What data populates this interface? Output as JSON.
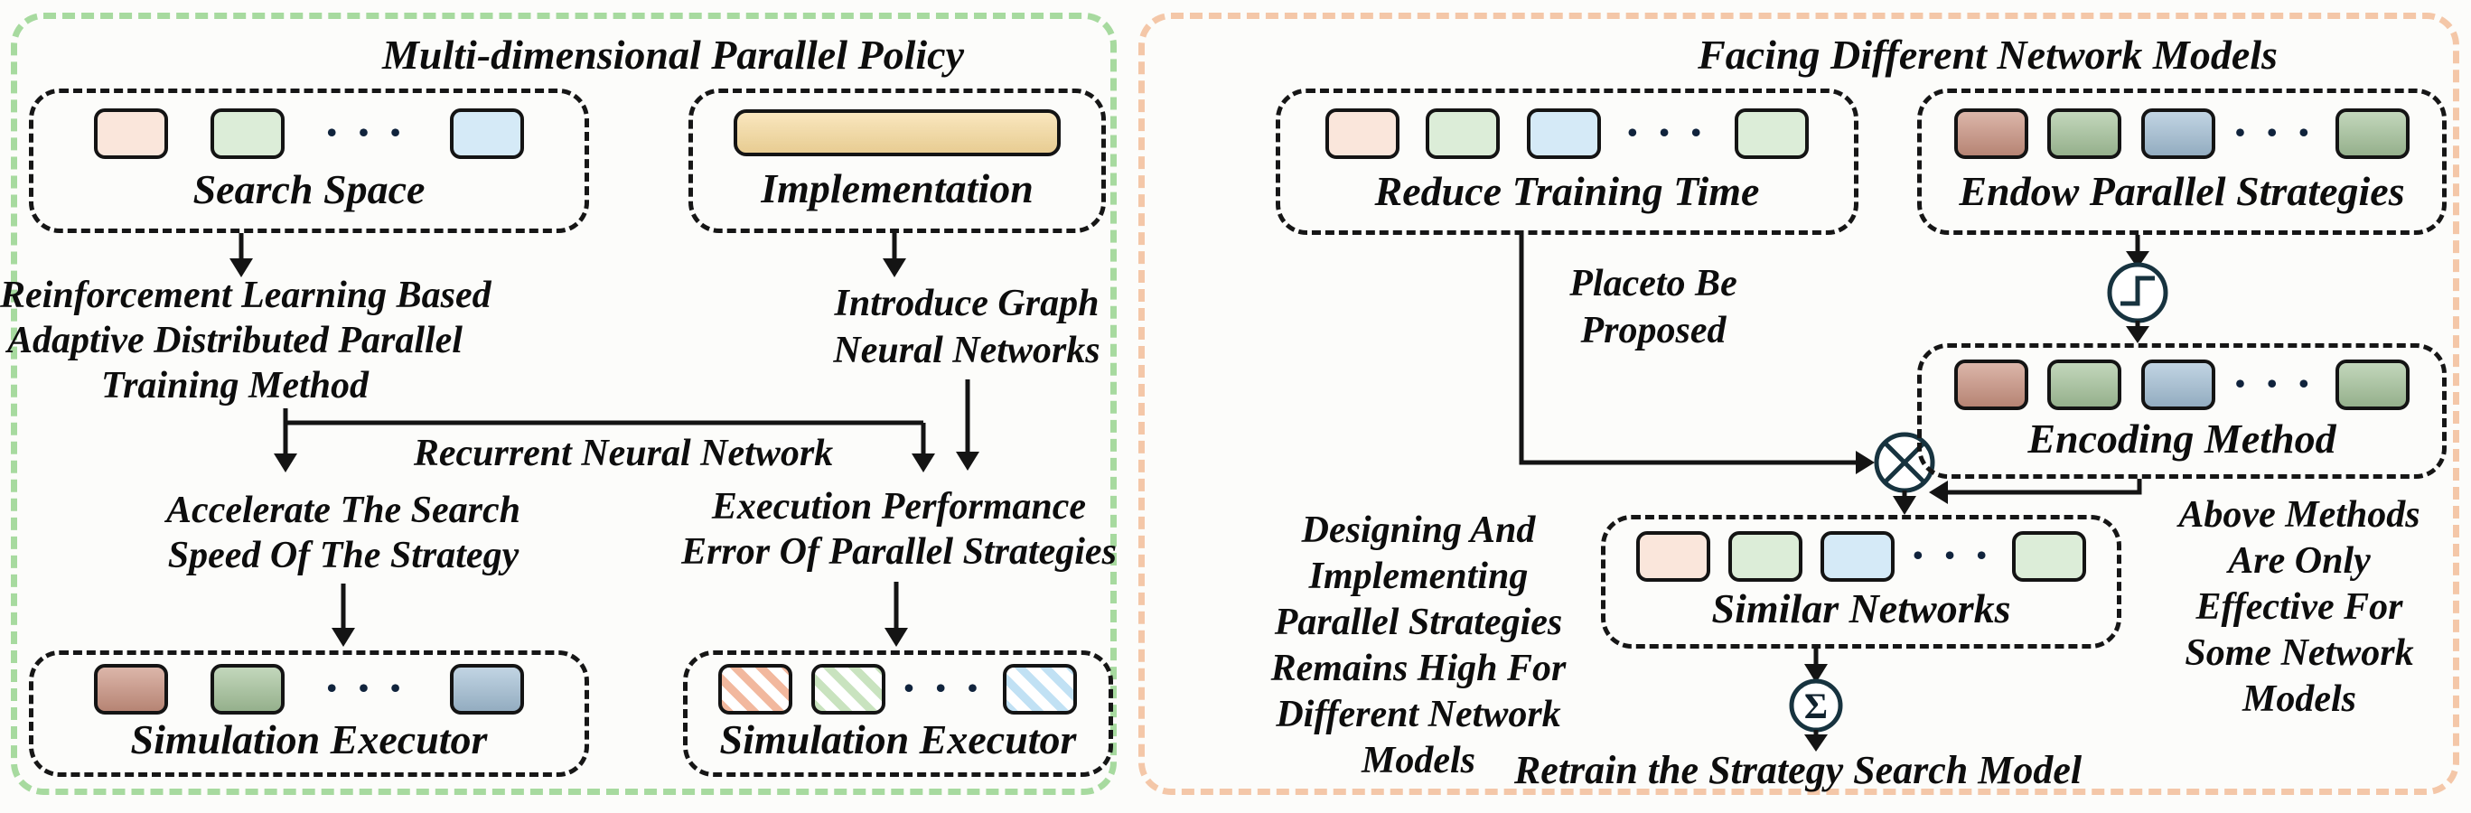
{
  "palette": {
    "panel_green_border": "#a7da9f",
    "panel_orange_border": "#f4c7a8",
    "chip_peach": "#fae6db",
    "chip_green_light": "#dcedd8",
    "chip_blue_light": "#d5eaf7",
    "chip_salmon_dark": "#cb9381",
    "chip_green_dark": "#a6c49c",
    "chip_blue_dark": "#a4c0d6",
    "bar_orange": "#f6d99b",
    "hatch_peach": "#f2b89e",
    "hatch_green": "#c9e3bf",
    "hatch_blue": "#c1e1f4",
    "stroke_dark": "#17333f"
  },
  "left_panel": {
    "title": "Multi-dimensional Parallel Policy",
    "search_space": {
      "label": "Search Space",
      "dots": "• • •"
    },
    "implementation": {
      "label": "Implementation"
    },
    "rl_lines": [
      "Reinforcement Learning Based",
      "Adaptive Distributed Parallel",
      "Training Method"
    ],
    "rnn_label": "Recurrent Neural Network",
    "accelerate_lines": [
      "Accelerate The Search",
      "Speed Of The Strategy"
    ],
    "introduce_lines": [
      "Introduce Graph",
      "Neural Networks"
    ],
    "execution_lines": [
      "Execution Performance",
      "Error Of Parallel Strategies"
    ],
    "simulation_executor_1": {
      "label": "Simulation Executor",
      "dots": "• • •"
    },
    "simulation_executor_2": {
      "label": "Simulation Executor",
      "dots": "• • •"
    }
  },
  "right_panel": {
    "title": "Facing Different Network Models",
    "reduce_training_time": {
      "label": "Reduce Training Time",
      "dots": "• • •"
    },
    "endow_parallel_strategies": {
      "label": "Endow Parallel Strategies",
      "dots": "• • •"
    },
    "placeto_lines": [
      "Placeto Be",
      "Proposed"
    ],
    "encoding_method": {
      "label": "Encoding Method",
      "dots": "• • •"
    },
    "designing_lines": [
      "Designing And",
      "Implementing",
      "Parallel Strategies",
      "Remains High For",
      "Different Network",
      "Models"
    ],
    "above_lines": [
      "Above Methods",
      "Are Only",
      "Effective For",
      "Some Network",
      "Models"
    ],
    "similar_networks": {
      "label": "Similar Networks",
      "dots": "• • •"
    },
    "retrain_label": "Retrain the Strategy Search Model",
    "sum_symbol": "Σ"
  }
}
